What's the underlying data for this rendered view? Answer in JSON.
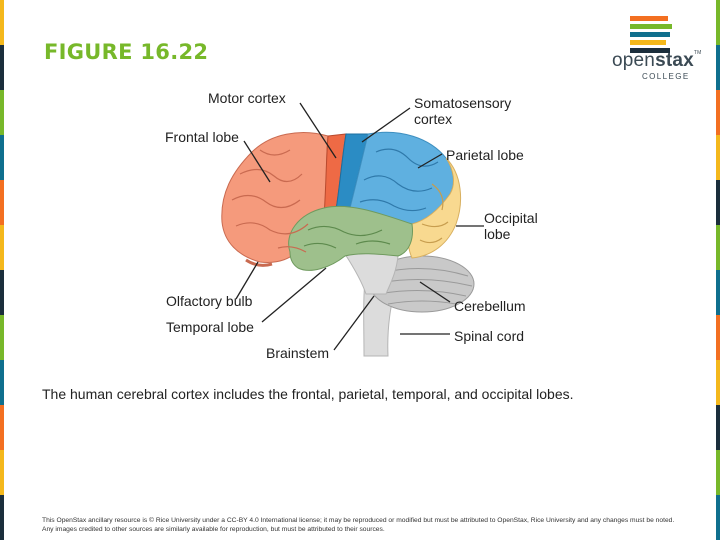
{
  "figure": {
    "title": "FIGURE 16.22",
    "caption": "The human cerebral cortex includes the frontal, parietal, temporal, and occipital lobes.",
    "footer": "This OpenStax ancillary resource is © Rice University under a CC-BY 4.0 International license; it may be reproduced or modified but must be attributed to OpenStax, Rice University and any changes must be noted. Any images credited to other sources are similarly available for reproduction, but must be attributed to their sources."
  },
  "logo": {
    "word_light": "open",
    "word_bold": "stax",
    "tm": "TM",
    "subtitle": "COLLEGE",
    "bar_colors": [
      "#f36f21",
      "#77b82a",
      "#0f6f8e",
      "#f4b81c",
      "#1b2e3c"
    ]
  },
  "diagram": {
    "labels": {
      "motor_cortex": "Motor cortex",
      "somatosensory_cortex": "Somatosensory cortex",
      "frontal_lobe": "Frontal lobe",
      "parietal_lobe": "Parietal lobe",
      "occipital_lobe": "Occipital lobe",
      "olfactory_bulb": "Olfactory bulb",
      "temporal_lobe": "Temporal lobe",
      "cerebellum": "Cerebellum",
      "spinal_cord": "Spinal cord",
      "brainstem": "Brainstem"
    },
    "colors": {
      "frontal": "#f59a7c",
      "motor": "#ee6a45",
      "somatosensory": "#2b8cc4",
      "parietal": "#5fb0e0",
      "occipital": "#f8d990",
      "temporal": "#9ec08c",
      "cerebellum": "#c9c9c9",
      "brainstem": "#dcdcdc",
      "fold": "#8a5a4a",
      "leader": "#222222"
    }
  },
  "edge_colors": [
    "#f4b81c",
    "#1b2e3c",
    "#77b82a",
    "#0f6f8e",
    "#f36f21"
  ]
}
